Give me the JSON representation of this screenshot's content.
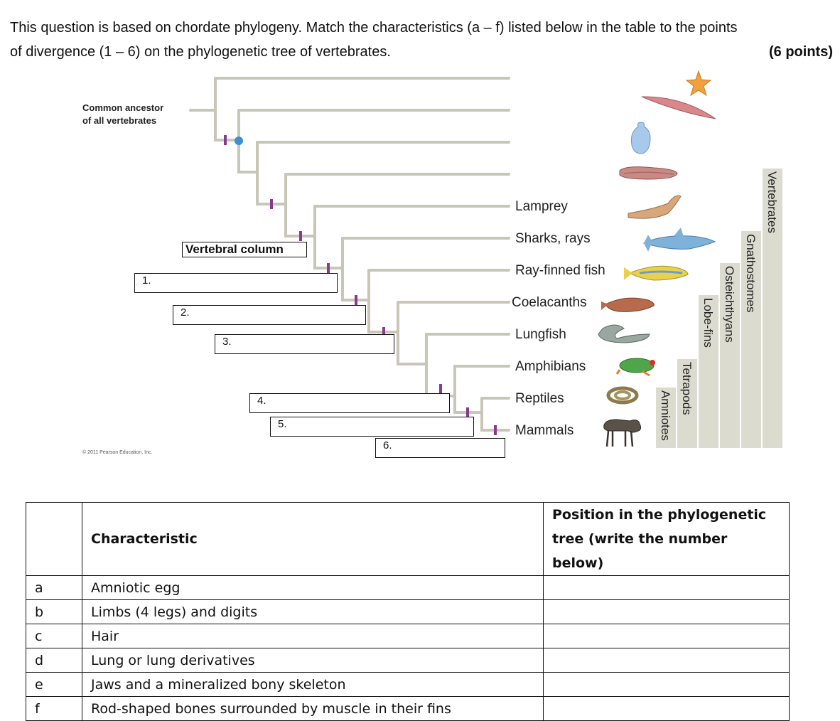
{
  "question": {
    "line1": "This question is based on chordate phylogeny. Match the characteristics (a – f) listed below in the table to the points",
    "line2": "of divergence (1 – 6) on the phylogenetic tree of vertebrates.",
    "points": "(6 points)"
  },
  "tree": {
    "ancestor_line1": "Common ancestor",
    "ancestor_line2": "of all vertebrates",
    "vertebral_column": "Vertebral column",
    "copyright": "© 2011 Pearson Education, Inc.",
    "answer_boxes": [
      "1.",
      "2.",
      "3.",
      "4.",
      "5.",
      "6."
    ],
    "taxa": [
      "Lamprey",
      "Sharks, rays",
      "Ray-finned fish",
      "Coelacanths",
      "Lungfish",
      "Amphibians",
      "Reptiles",
      "Mammals"
    ],
    "clades": [
      "Vertebrates",
      "Gnathostomes",
      "Osteichthyans",
      "Lobe-fins",
      "Tetrapods",
      "Amniotes"
    ],
    "colors": {
      "branch": "#c8c6b6",
      "tick": "#8b3a8b",
      "ancestor_dot": "#3a8fd6",
      "clade_bar": "#dcdbd0"
    }
  },
  "table": {
    "header_characteristic": "Characteristic",
    "header_position_line1": "Position in the phylogenetic",
    "header_position_line2": "tree (write the number below)",
    "rows": [
      {
        "letter": "a",
        "text": "Amniotic egg"
      },
      {
        "letter": "b",
        "text": "Limbs (4 legs) and digits"
      },
      {
        "letter": "c",
        "text": "Hair"
      },
      {
        "letter": "d",
        "text": "Lung or lung derivatives"
      },
      {
        "letter": "e",
        "text": "Jaws and a mineralized bony skeleton"
      },
      {
        "letter": "f",
        "text": "Rod-shaped bones surrounded by muscle in their fins"
      }
    ]
  }
}
